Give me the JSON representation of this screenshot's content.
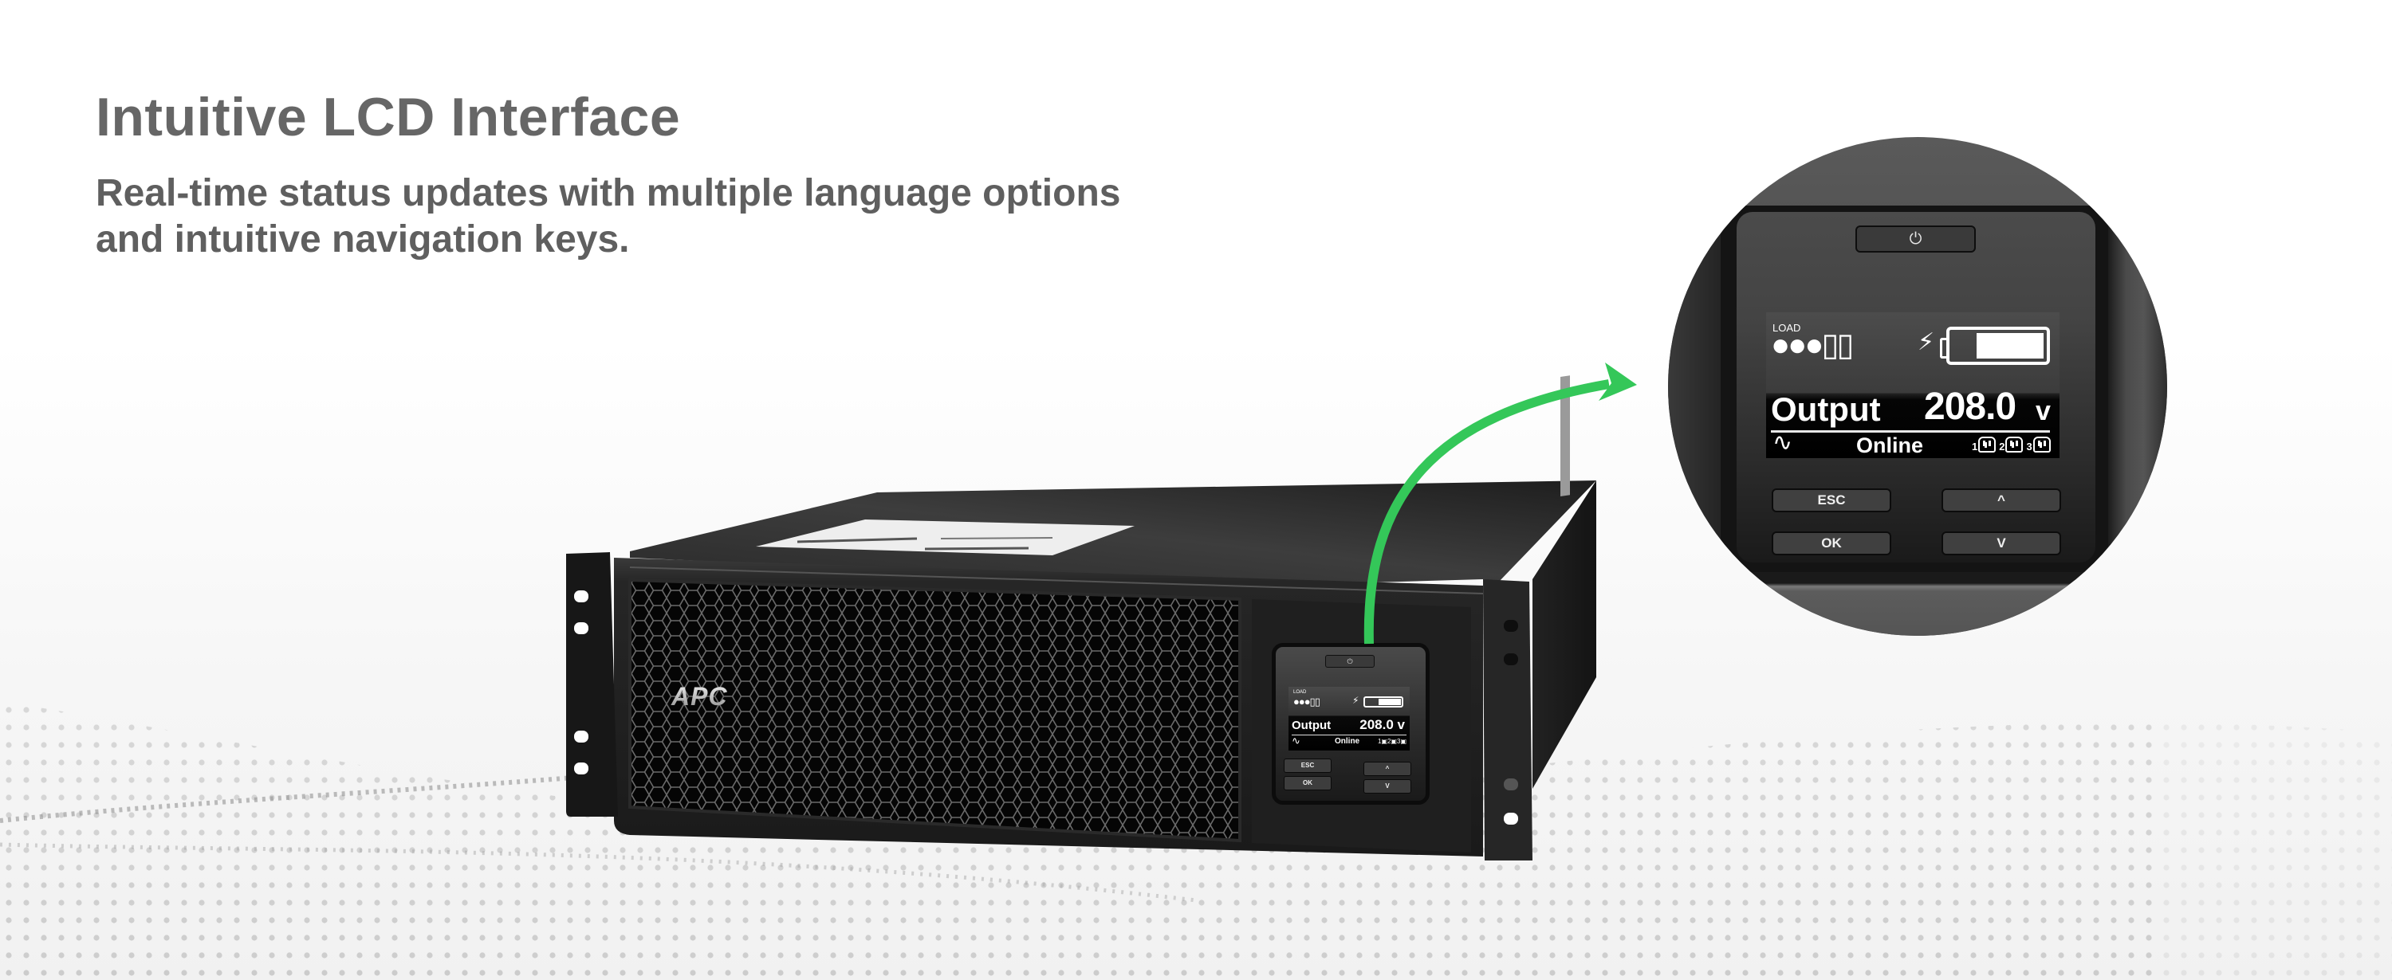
{
  "header": {
    "title": "Intuitive LCD Interface",
    "subtitle_lines": [
      "Real-time status updates with multiple language options",
      "and intuitive navigation keys."
    ]
  },
  "product": {
    "brand_logo": "APC",
    "type": "rack-mount UPS"
  },
  "lcd": {
    "load_label": "LOAD",
    "load_bars": "●●●▯▯",
    "load_level_filled": 3,
    "load_level_total": 5,
    "charging_icon": "⚡",
    "battery_fill_percent": 60,
    "output_label": "Output",
    "output_value": "208.0",
    "output_unit": "v",
    "sine_icon": "∿",
    "status": "Online",
    "outlets": [
      {
        "number": "1"
      },
      {
        "number": "2"
      },
      {
        "number": "3"
      }
    ]
  },
  "buttons": {
    "power_icon": "⏻",
    "esc": "ESC",
    "ok": "OK",
    "up": "^",
    "down": "V"
  },
  "colors": {
    "arrow_accent": "#34c759",
    "heading_text": "#666666",
    "device_body": "#1e1e1e"
  }
}
